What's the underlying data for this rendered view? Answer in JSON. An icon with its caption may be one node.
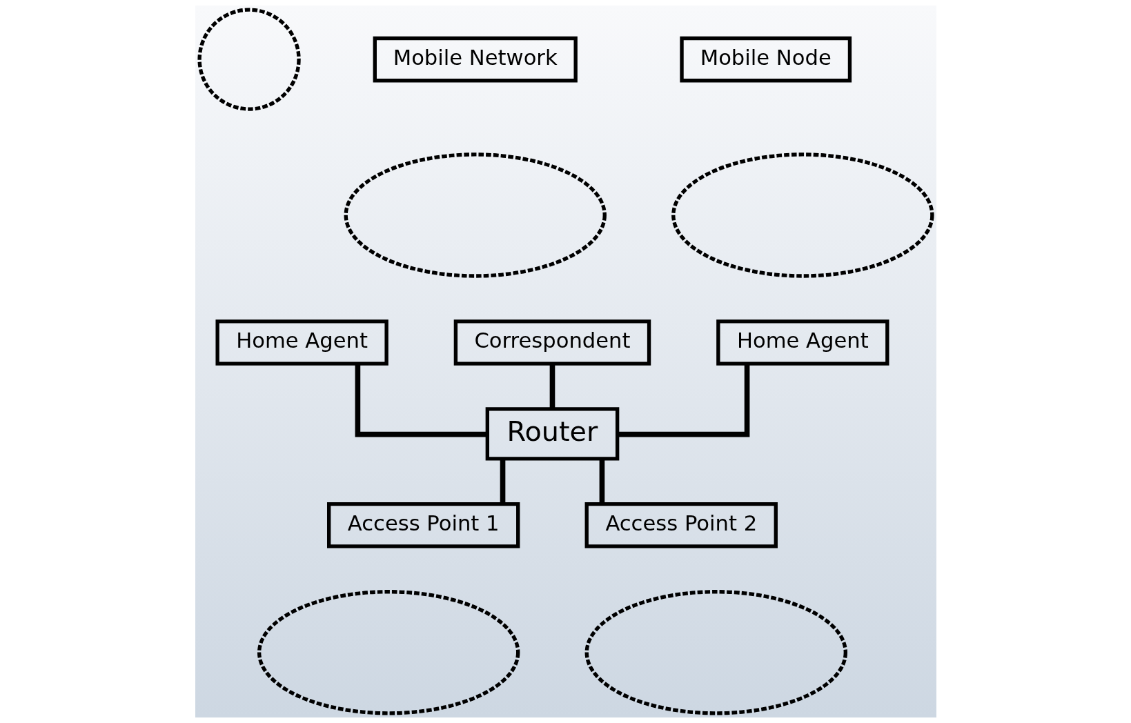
{
  "diagram": {
    "nodes": [
      {
        "text": [],
        "shape": "circle"
      },
      {
        "text": [
          "Mobile Network"
        ]
      },
      {
        "text": [
          "Mobile Node"
        ]
      },
      {
        "text": [],
        "shape": "ellipse"
      },
      {
        "text": [],
        "shape": "ellipse"
      },
      {
        "text": [
          "Home Agent"
        ]
      },
      {
        "text": [
          "Correspondent"
        ]
      },
      {
        "text": [
          "Home Agent"
        ]
      },
      {
        "text": [
          "Router"
        ]
      },
      {
        "text": [
          "Access Point 1"
        ]
      },
      {
        "text": [
          "Access Point 2"
        ]
      },
      {
        "text": [],
        "shape": "ellipse"
      },
      {
        "text": [],
        "shape": "ellipse"
      }
    ],
    "edges": [
      {
        "from": 5,
        "to": 8,
        "arrow": "none"
      },
      {
        "from": 6,
        "to": 8,
        "arrow": "none"
      },
      {
        "from": 7,
        "to": 8,
        "arrow": "none"
      },
      {
        "from": 8,
        "to": 9,
        "arrow": "none"
      },
      {
        "from": 8,
        "to": 10,
        "arrow": "none"
      }
    ]
  }
}
